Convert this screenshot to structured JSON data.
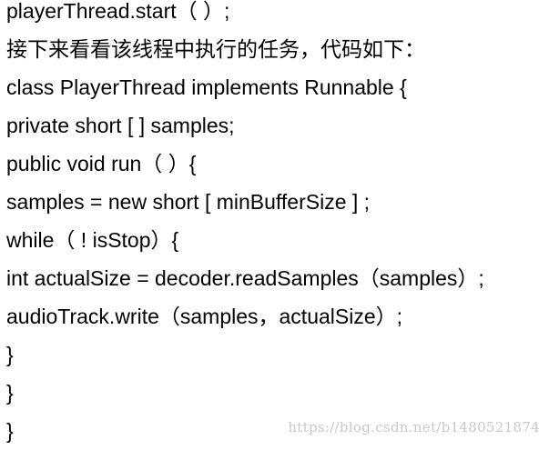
{
  "document": {
    "lines": [
      "playerThread.start（ ）;",
      "接下来看看该线程中执行的任务，代码如下：",
      "class PlayerThread implements Runnable {",
      "private short [  ] samples;",
      "public void run（ ）{",
      "samples = new short [ minBufferSize ] ;",
      "while（ ! isStop）{",
      "int actualSize = decoder.readSamples（samples）;",
      "audioTrack.write（samples，actualSize）;",
      "}",
      "}",
      "}"
    ]
  },
  "watermark": {
    "text": "https://blog.csdn.net/b1480521874"
  },
  "colors": {
    "text": "#000000",
    "watermark": "#c8c8c8",
    "background": "#ffffff"
  }
}
